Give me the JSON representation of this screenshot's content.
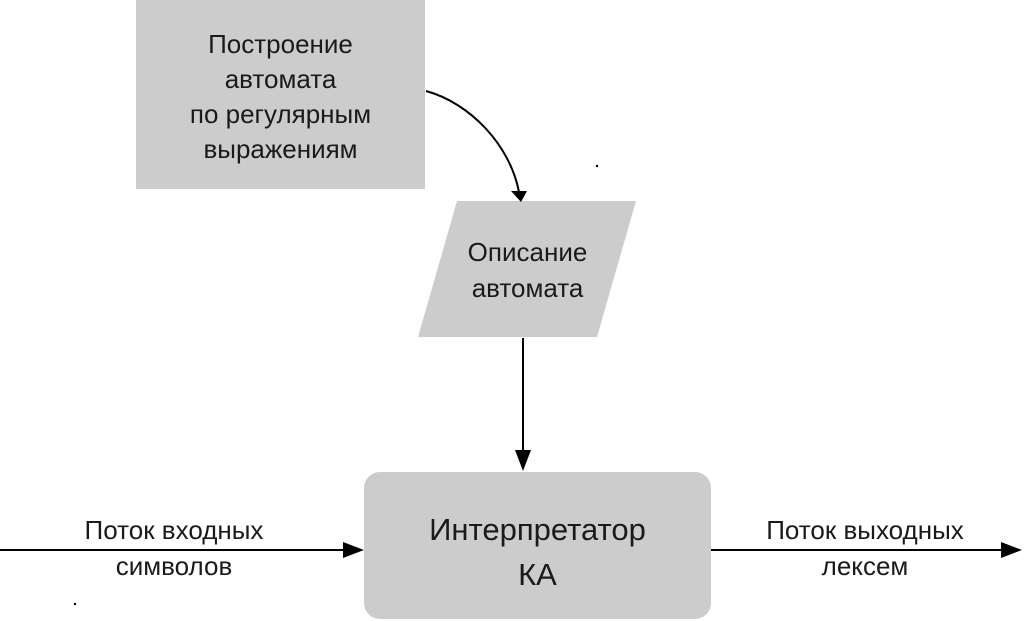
{
  "nodes": {
    "build": {
      "lines": [
        "Построение",
        "автомата",
        "по регулярным",
        "выражениям"
      ],
      "fill": "#cccccc"
    },
    "description": {
      "lines": [
        "Описание",
        "автомата"
      ],
      "fill": "#cccccc"
    },
    "interpreter": {
      "lines": [
        "Интерпретатор",
        "КА"
      ],
      "fill": "#cccccc"
    }
  },
  "edges": {
    "input": {
      "lines": [
        "Поток входных",
        "символов"
      ]
    },
    "output": {
      "lines": [
        "Поток выходных",
        "лексем"
      ]
    }
  },
  "colors": {
    "node_fill": "#cccccc",
    "line": "#000000",
    "text": "#1a1a1a"
  }
}
